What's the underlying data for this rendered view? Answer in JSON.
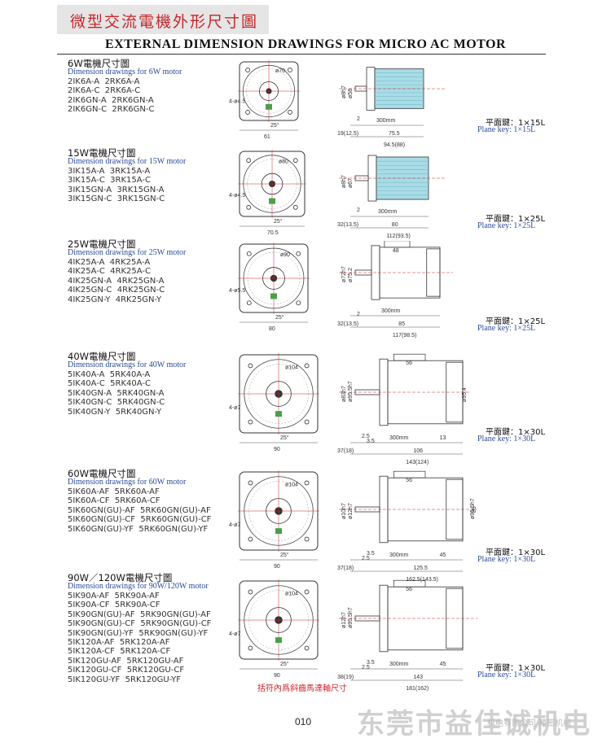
{
  "header": {
    "title_cn": "微型交流電機外形尺寸圖",
    "title_en": "EXTERNAL DIMENSION DRAWINGS FOR MICRO AC MOTOR"
  },
  "sections": [
    {
      "title": "6W電機尺寸圖",
      "subtitle": "Dimension drawings for 6W motor",
      "models": [
        "2IK6A-A  2RK6A-A",
        "2IK6A-C  2RK6A-C",
        "2IK6GN-A  2RK6GN-A",
        "2IK6GN-C  2RK6GN-C"
      ],
      "key_cn": "平面鍵：1×15L",
      "key_en": "Plane key: 1×15L",
      "front_dims": [
        "4-ø4.5",
        "ø70",
        "25°",
        "61"
      ],
      "side_dims": [
        "ø8h7",
        "ø58",
        "2",
        "300mm",
        "19(12.5)",
        "75.5",
        "94.5(88)"
      ]
    },
    {
      "title": "15W電機尺寸圖",
      "subtitle": "Dimension drawings for 15W motor",
      "models": [
        "3IK15A-A  3RK15A-A",
        "3IK15A-C  3RK15A-C",
        "3IK15GN-A  3RK15GN-A",
        "3IK15GN-C  3RK15GN-C"
      ],
      "key_cn": "平面鍵：1×25L",
      "key_en": "Plane key: 1×25L",
      "front_dims": [
        "4-ø4.5",
        "ø80",
        "25°",
        "70.5"
      ],
      "side_dims": [
        "ø8h7",
        "ø67",
        "2",
        "300mm",
        "32(13.5)",
        "80",
        "112(93.5)"
      ]
    },
    {
      "title": "25W電機尺寸圖",
      "subtitle": "Dimension drawings for 25W motor",
      "models": [
        "4IK25A-A  4RK25A-A",
        "4IK25A-C  4RK25A-C",
        "4IK25GN-A  4RK25GN-A",
        "4IK25GN-C  4RK25GN-C",
        "4IK25GN-Y  4RK25GN-Y"
      ],
      "key_cn": "平面鍵：1×25L",
      "key_en": "Plane key: 1×25L",
      "front_dims": [
        "4-ø5.5",
        "ø90",
        "25°",
        "80"
      ],
      "side_dims": [
        "48",
        "ø72h7",
        "ø75.2",
        "2",
        "300mm",
        "32(13.5)",
        "85",
        "117(98.5)"
      ]
    },
    {
      "title": "40W電機尺寸圖",
      "subtitle": "Dimension drawings for 40W motor",
      "models": [
        "5IK40A-A  5RK40A-A",
        "5IK40A-C  5RK40A-C",
        "5IK40GN-A  5RK40GN-A",
        "5IK40GN-C  5RK40GN-C",
        "5IK40GN-Y  5RK40GN-Y"
      ],
      "key_cn": "平面鍵：1×30L",
      "key_en": "Plane key: 1×30L",
      "front_dims": [
        "4-ø7",
        "ø104",
        "25°",
        "90"
      ],
      "side_dims": [
        "56",
        "ø83h7",
        "ø95.5h7",
        "ø95.4",
        "2.5",
        "3.5",
        "300mm",
        "13",
        "37(18)",
        "106",
        "143(124)"
      ]
    },
    {
      "title": "60W電機尺寸圖",
      "subtitle": "Dimension drawings for 60W motor",
      "models": [
        "5IK60A-AF  5RK60A-AF",
        "5IK60A-CF  5RK60A-CF",
        "5IK60GN(GU)-AF  5RK60GN(GU)-AF",
        "5IK60GN(GU)-CF  5RK60GN(GU)-CF",
        "5IK60GN(GU)-YF  5RK60GN(GU)-YF"
      ],
      "key_cn": "平面鍵：1×30L",
      "key_en": "Plane key: 1×30L",
      "front_dims": [
        "4-ø7",
        "ø104",
        "25°",
        "90"
      ],
      "side_dims": [
        "56",
        "ø10h7",
        "ø12h7",
        "ø95.5h7",
        "89",
        "2.5",
        "3.5",
        "300mm",
        "45",
        "37(18)",
        "125.5",
        "162.5(143.5)"
      ]
    },
    {
      "title": "90W／120W電機尺寸圖",
      "subtitle": "Dimension drawings for 90W/120W motor",
      "models": [
        "5IK90A-AF  5RK90A-AF",
        "5IK90A-CF  5RK90A-CF",
        "5IK90GN(GU)-AF  5RK90GN(GU)-AF",
        "5IK90GN(GU)-CF  5RK90GN(GU)-CF",
        "5IK90GN(GU)-YF  5RK90GN(GU)-YF",
        "5IK120A-AF  5RK120A-AF",
        "5IK120A-CF  5RK120A-CF",
        "5IK120GU-AF  5RK120GU-AF",
        "5IK120GU-CF  5RK120GU-CF",
        "5IK120GU-YF  5RK120GU-YF"
      ],
      "key_cn": "平面鍵：1×30L",
      "key_en": "Plane key: 1×30L",
      "front_dims": [
        "4-ø7",
        "ø104",
        "25°",
        "90"
      ],
      "side_dims": [
        "56",
        "ø12h7",
        "ø95.5h7",
        "2.5",
        "3.5",
        "300mm",
        "45",
        "38(19)",
        "143",
        "181(162)"
      ]
    }
  ],
  "footnote": "括符內爲斜齒馬達軸尺寸",
  "page_number": "010",
  "company": "东莞市益佳诚机电",
  "company_sub": "机电有限公司 精密机械"
}
